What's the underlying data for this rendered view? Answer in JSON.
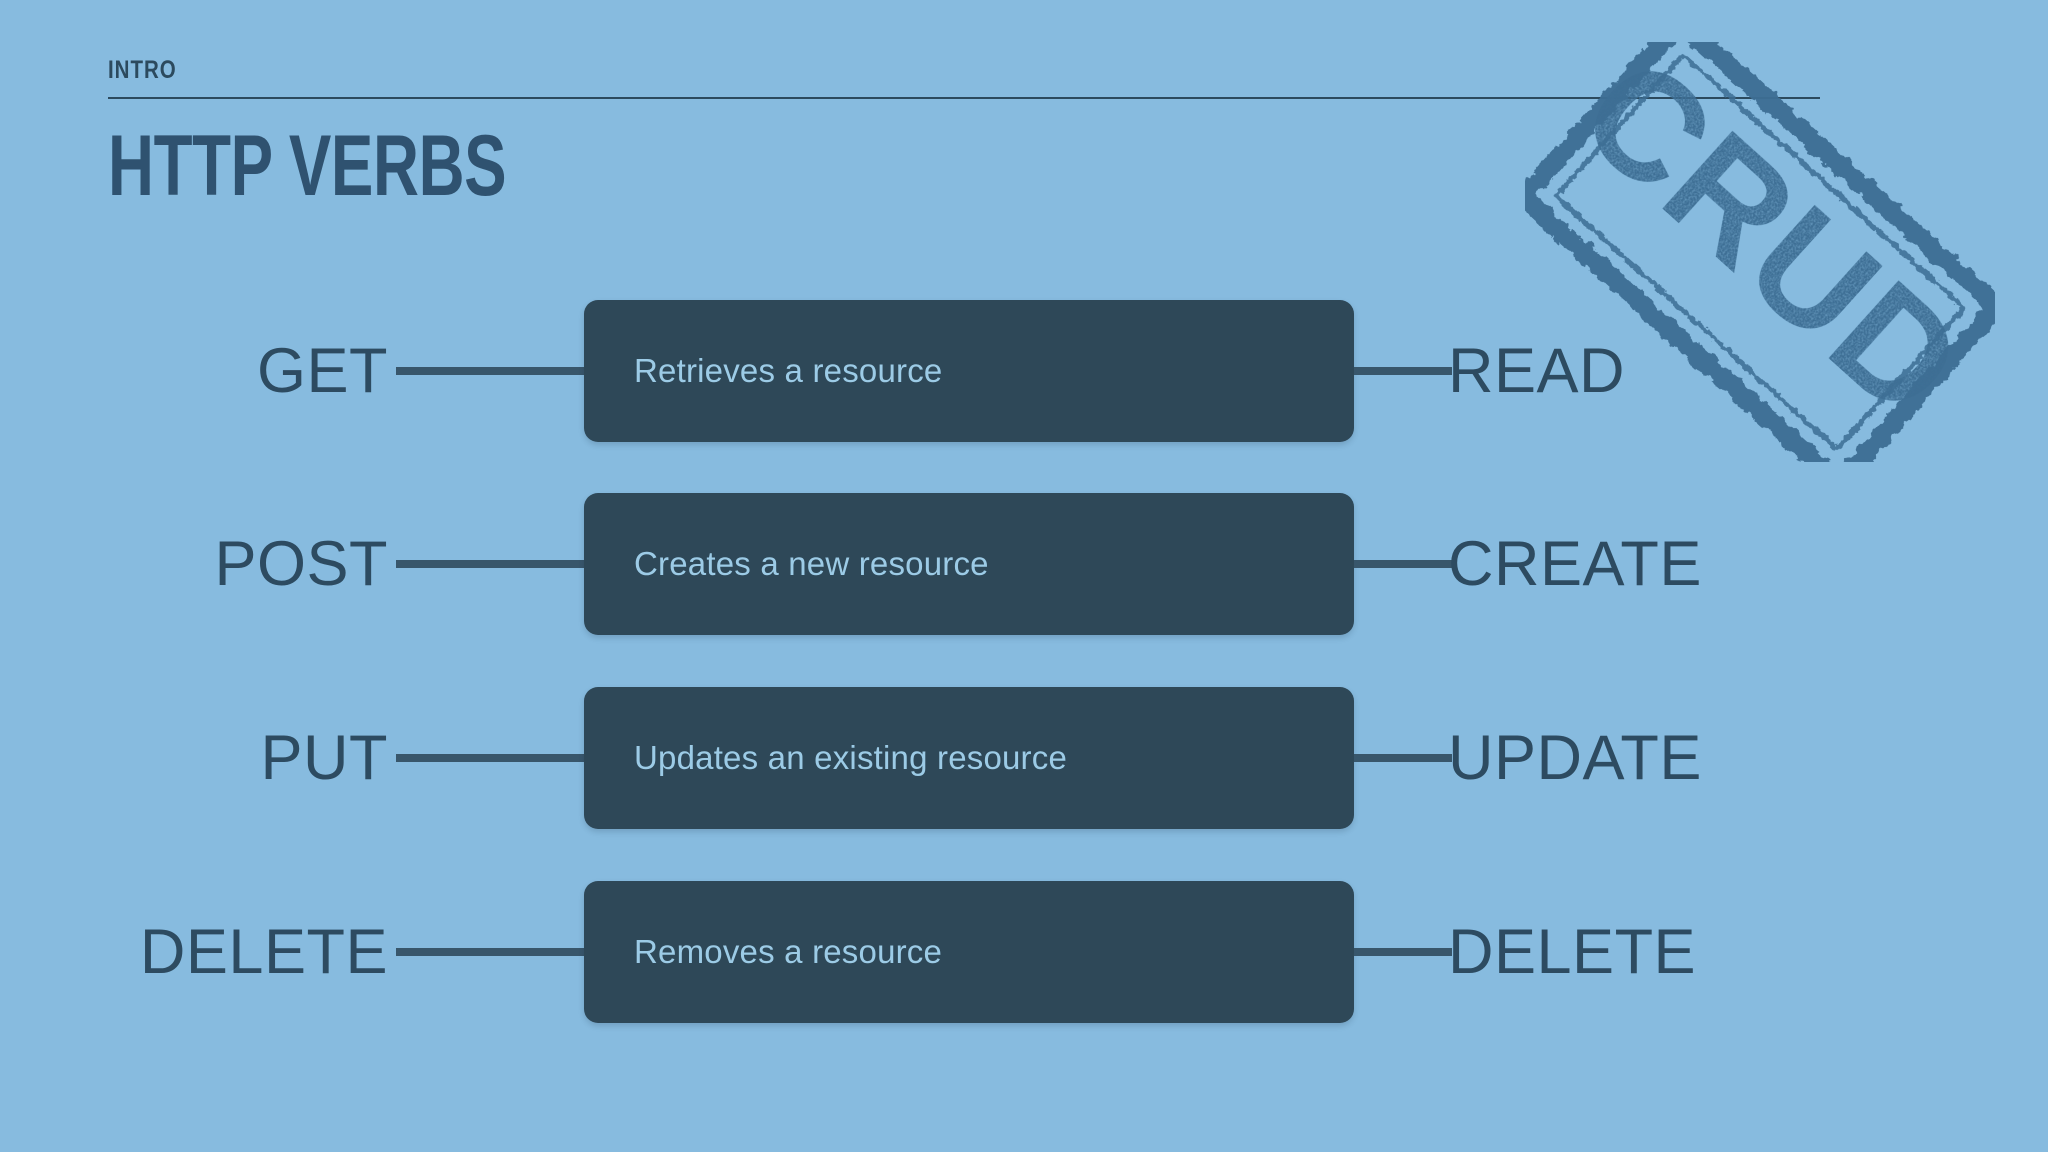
{
  "slide": {
    "background_color": "#87bbdf",
    "kicker": "INTRO",
    "title": "HTTP VERBS"
  },
  "colors": {
    "background": "#87bbdf",
    "card": "#2e4858",
    "card_text": "#9ccbe6",
    "label_text": "#2d4b61",
    "title_text": "#2f5270",
    "rule": "#2c4a5e",
    "connector": "#38566b",
    "stamp": "#3d6e94"
  },
  "stamp": {
    "label": "CRUD",
    "rotation_deg": 42
  },
  "rows": [
    {
      "verb": "GET",
      "description": "Retrieves a resource",
      "crud": "READ"
    },
    {
      "verb": "POST",
      "description": "Creates a new resource",
      "crud": "CREATE"
    },
    {
      "verb": "PUT",
      "description": "Updates an existing resource",
      "crud": "UPDATE"
    },
    {
      "verb": "DELETE",
      "description": "Removes a resource",
      "crud": "DELETE"
    }
  ]
}
